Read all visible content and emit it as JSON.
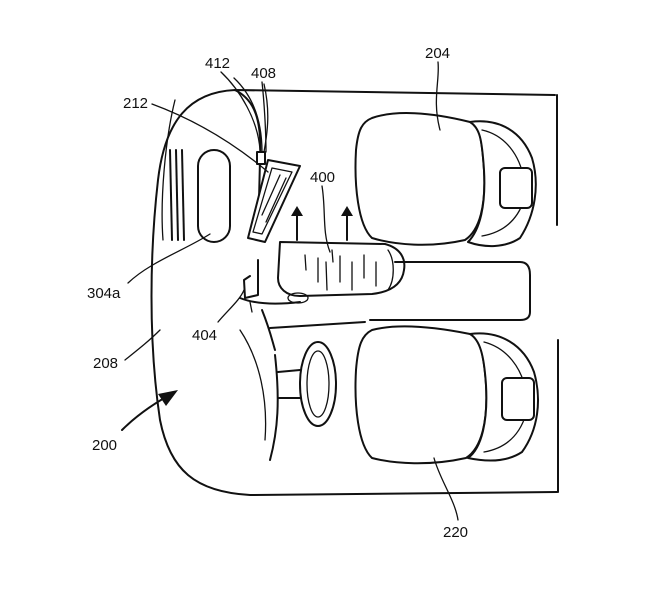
{
  "figure": {
    "reference_numerals": {
      "r412": "412",
      "r408": "408",
      "r204": "204",
      "r212": "212",
      "r400": "400",
      "r304a": "304a",
      "r404": "404",
      "r208": "208",
      "r200": "200",
      "r220": "220"
    }
  }
}
